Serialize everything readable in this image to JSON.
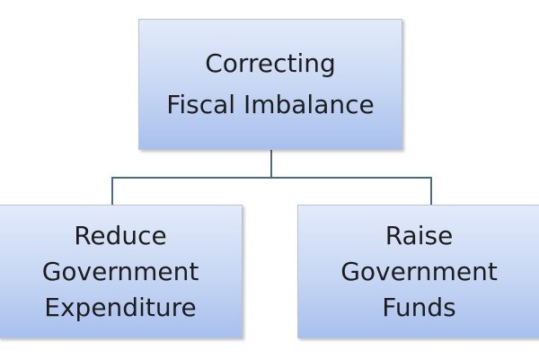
{
  "root": {
    "lines": [
      "Correcting",
      "Fiscal Imbalance"
    ]
  },
  "children": [
    {
      "lines": [
        "Reduce",
        "Government",
        "Expenditure"
      ]
    },
    {
      "lines": [
        "Raise",
        "Government",
        "Funds"
      ]
    }
  ],
  "colors": {
    "box_top": "#e3ebfa",
    "box_bottom": "#a8c0ee",
    "connector": "#4a6a8c"
  }
}
